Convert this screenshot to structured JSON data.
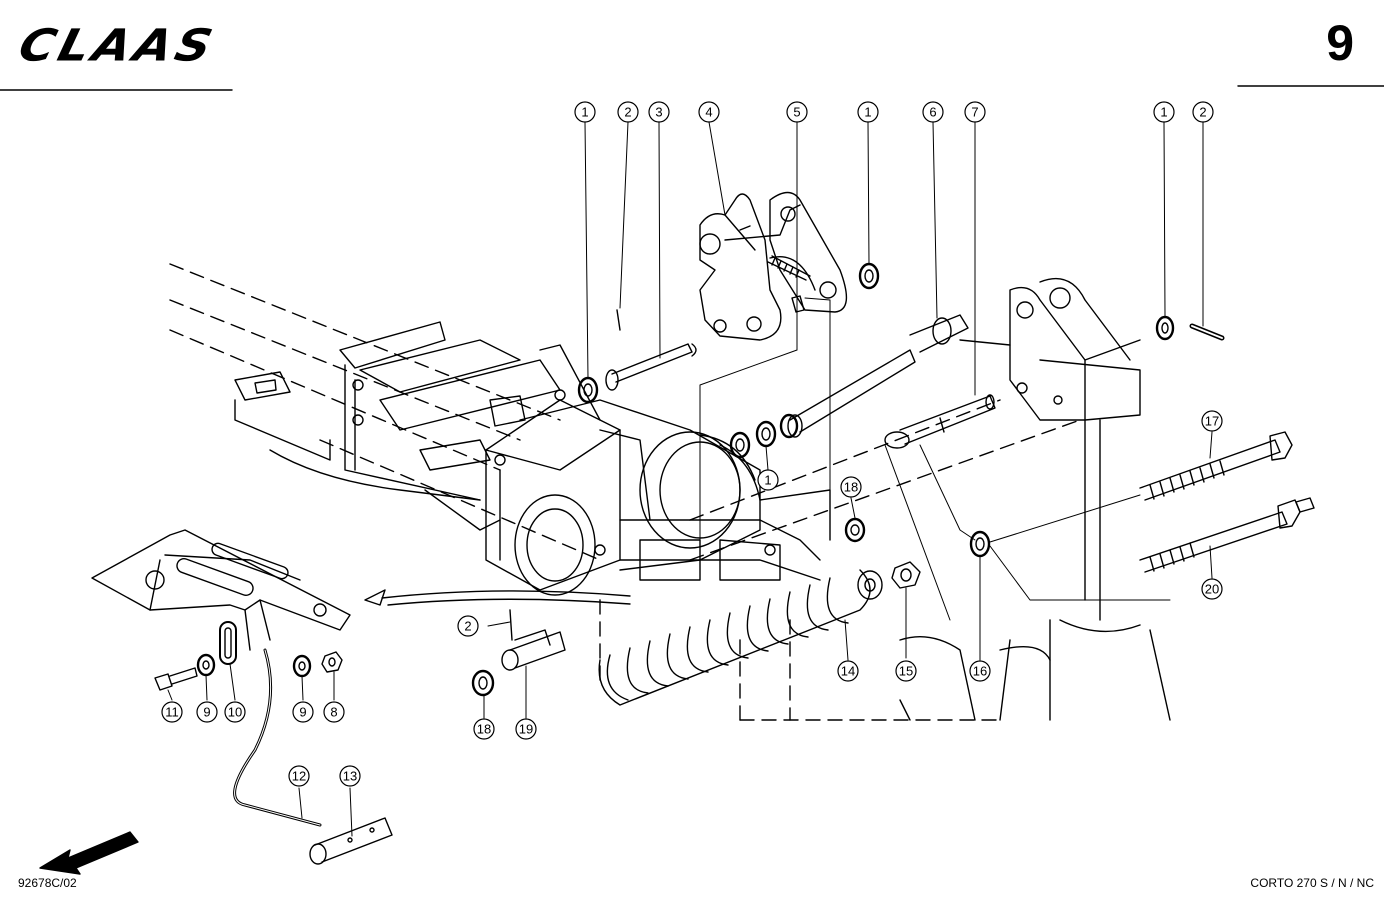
{
  "header": {
    "brand": "CLAAS",
    "page_number": "9"
  },
  "footer": {
    "drawing_code": "92678C/02",
    "model": "CORTO 270 S / N / NC"
  },
  "callouts": [
    {
      "id": "c1a",
      "label": "1"
    },
    {
      "id": "c2a",
      "label": "2"
    },
    {
      "id": "c3",
      "label": "3"
    },
    {
      "id": "c4",
      "label": "4"
    },
    {
      "id": "c5",
      "label": "5"
    },
    {
      "id": "c1b",
      "label": "1"
    },
    {
      "id": "c6",
      "label": "6"
    },
    {
      "id": "c7",
      "label": "7"
    },
    {
      "id": "c1c",
      "label": "1"
    },
    {
      "id": "c2b",
      "label": "2"
    },
    {
      "id": "c17",
      "label": "17"
    },
    {
      "id": "c1d",
      "label": "1"
    },
    {
      "id": "c18a",
      "label": "18"
    },
    {
      "id": "c20",
      "label": "20"
    },
    {
      "id": "c2c",
      "label": "2"
    },
    {
      "id": "c14",
      "label": "14"
    },
    {
      "id": "c15",
      "label": "15"
    },
    {
      "id": "c16",
      "label": "16"
    },
    {
      "id": "c18b",
      "label": "18"
    },
    {
      "id": "c19",
      "label": "19"
    },
    {
      "id": "c11",
      "label": "11"
    },
    {
      "id": "c9a",
      "label": "9"
    },
    {
      "id": "c10",
      "label": "10"
    },
    {
      "id": "c9b",
      "label": "9"
    },
    {
      "id": "c8",
      "label": "8"
    },
    {
      "id": "c12",
      "label": "12"
    },
    {
      "id": "c13",
      "label": "13"
    }
  ]
}
